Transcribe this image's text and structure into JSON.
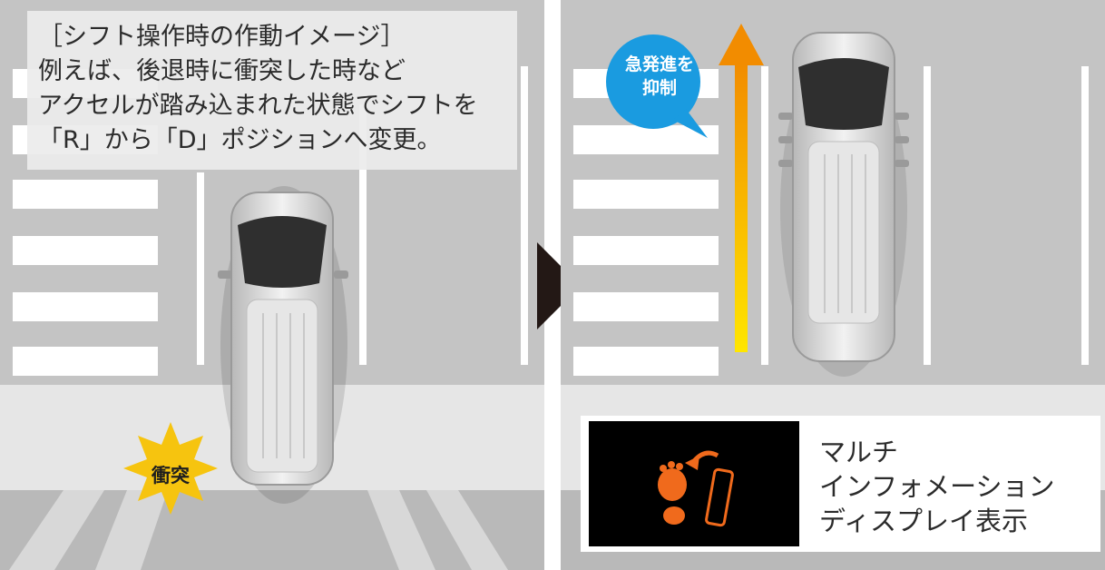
{
  "caption": {
    "lines": [
      "［シフト操作時の作動イメージ］",
      "例えば、後退時に衝突した時など",
      "アクセルが踏み込まれた状態でシフトを",
      "「R」から「D」ポジションへ変更。"
    ]
  },
  "impact_label": "衝突",
  "bubble": {
    "lines": [
      "急発進を",
      "抑制"
    ]
  },
  "display": {
    "lines": [
      "マルチ",
      "インフォメーション",
      "ディスプレイ表示"
    ]
  },
  "colors": {
    "road": "#c4c4c4",
    "lane_marking": "#ffffff",
    "bubble": "#1a9be0",
    "burst": "#f6c40f",
    "arrow_top": "#f28c00",
    "arrow_bottom": "#ffe600",
    "warning_icon": "#f06a1c",
    "display_bg": "#000000"
  },
  "icons": [
    "starburst-icon",
    "speech-bubble-icon",
    "up-arrow-icon",
    "play-triangle-icon",
    "foot-pedal-warning-icon"
  ]
}
